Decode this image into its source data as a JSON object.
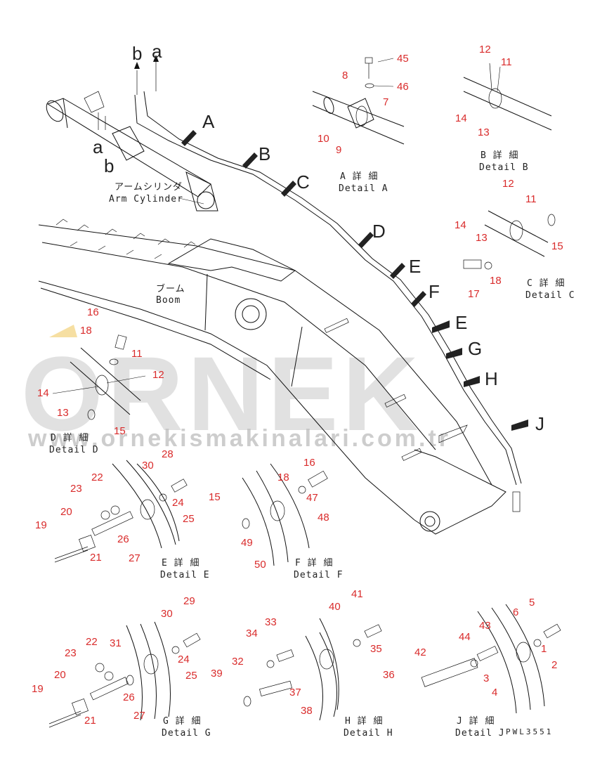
{
  "title_labels": {
    "arm_cylinder_jp": "アームシリンダ",
    "arm_cylinder_en": "Arm Cylinder",
    "boom_jp": "ブーム",
    "boom_en": "Boom",
    "hose_a": "a",
    "hose_b": "b"
  },
  "view_arrows": [
    "A",
    "B",
    "C",
    "D",
    "E",
    "F",
    "E",
    "G",
    "H",
    "J"
  ],
  "details": {
    "A": {
      "jp": "A 詳 細",
      "en": "Detail A",
      "parts": [
        "45",
        "46",
        "8",
        "7",
        "10",
        "9"
      ]
    },
    "B": {
      "jp": "B 詳 細",
      "en": "Detail B",
      "parts": [
        "12",
        "11",
        "14",
        "13"
      ]
    },
    "C": {
      "jp": "C 詳 細",
      "en": "Detail C",
      "parts": [
        "12",
        "11",
        "14",
        "13",
        "15",
        "17",
        "18"
      ]
    },
    "D": {
      "jp": "D 詳 細",
      "en": "Detail D",
      "parts": [
        "16",
        "18",
        "11",
        "12",
        "14",
        "13",
        "15"
      ]
    },
    "E": {
      "jp": "E 詳 細",
      "en": "Detail E",
      "parts": [
        "30",
        "28",
        "22",
        "23",
        "24",
        "20",
        "25",
        "19",
        "26",
        "21",
        "27"
      ]
    },
    "F": {
      "jp": "F 詳 細",
      "en": "Detail F",
      "parts": [
        "16",
        "18",
        "15",
        "47",
        "48",
        "49",
        "50"
      ]
    },
    "G": {
      "jp": "G 詳 細",
      "en": "Detail G",
      "parts": [
        "29",
        "30",
        "22",
        "23",
        "31",
        "24",
        "25",
        "20",
        "26",
        "19",
        "21",
        "27"
      ]
    },
    "H": {
      "jp": "H 詳 細",
      "en": "Detail H",
      "parts": [
        "41",
        "40",
        "33",
        "34",
        "35",
        "32",
        "36",
        "39",
        "37",
        "38"
      ]
    },
    "J": {
      "jp": "J 詳 細",
      "en": "Detail J",
      "parts": [
        "5",
        "6",
        "43",
        "44",
        "1",
        "42",
        "2",
        "3",
        "4"
      ]
    }
  },
  "drawing_code": "PWL3551",
  "watermark": {
    "brand": "ORNEK",
    "url": "www.ornekismakinalari.com.tr"
  },
  "colors": {
    "part_number": "#d92b2b",
    "line": "#111111",
    "watermark": "#c9c9c9"
  }
}
